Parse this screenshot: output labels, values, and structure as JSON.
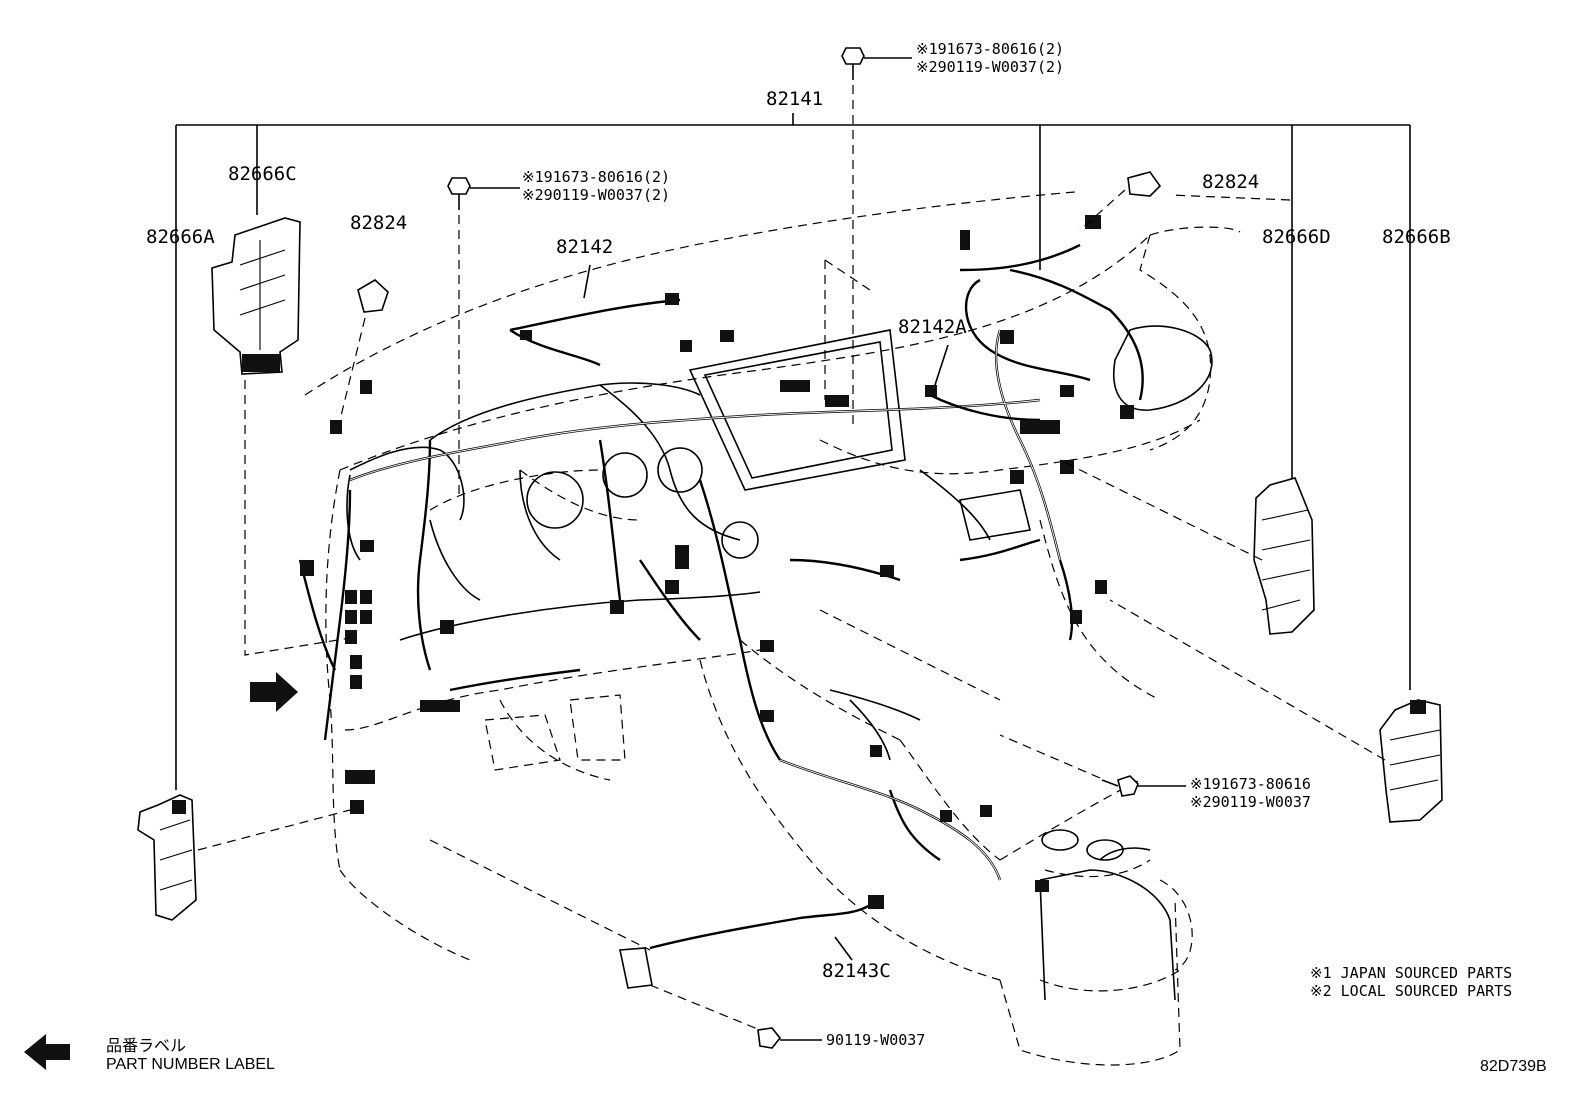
{
  "labels": {
    "p82141": "82141",
    "p82666c": "82666C",
    "p82666a": "82666A",
    "p82824_left": "82824",
    "p82142": "82142",
    "p82142a": "82142A",
    "p82824_right": "82824",
    "p82666d": "82666D",
    "p82666b": "82666B",
    "p82143c": "82143C"
  },
  "bolt_notes": {
    "top_center": [
      "※191673-80616(2)",
      "※290119-W0037(2)"
    ],
    "upper_middle": [
      "※191673-80616(2)",
      "※290119-W0037(2)"
    ],
    "lower_right": [
      "※191673-80616",
      "※290119-W0037"
    ],
    "bottom": "90119-W0037"
  },
  "footnotes": [
    "※1 JAPAN SOURCED PARTS",
    "※2 LOCAL SOURCED PARTS"
  ],
  "legend": {
    "jp_label": "品番ラベル",
    "en_label": "PART NUMBER LABEL"
  },
  "diagram_code": "82D739B"
}
